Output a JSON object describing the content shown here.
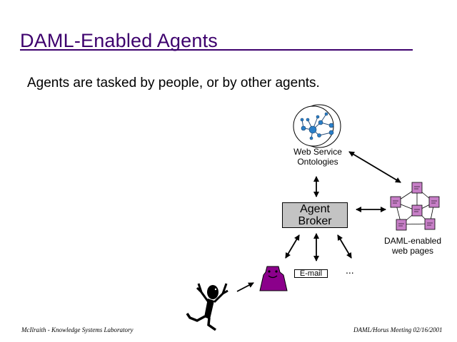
{
  "slide": {
    "title": "DAML-Enabled Agents",
    "subtitle": "Agents are tasked by people, or by other agents.",
    "ontology_label_line1": "Web Service",
    "ontology_label_line2": "Ontologies",
    "broker_line1": "Agent",
    "broker_line2": "Broker",
    "webpages_label_line1": "DAML-enabled",
    "webpages_label_line2": "web pages",
    "email_label": "E-mail",
    "ellipsis": "...",
    "footer_left": "McIlraith - Knowledge Systems Laboratory",
    "footer_right": "DAML/Horus Meeting 02/16/2001"
  },
  "colors": {
    "title": "#3d006d",
    "broker_fill": "#c3c3c3",
    "agent_body": "#8b008b",
    "page_icon": "#c77fc7",
    "network_node": "#2a7fc9"
  },
  "icons": [
    "ontology-network-icon",
    "web-pages-network-icon",
    "agent-robot-icon",
    "stick-person-icon"
  ]
}
